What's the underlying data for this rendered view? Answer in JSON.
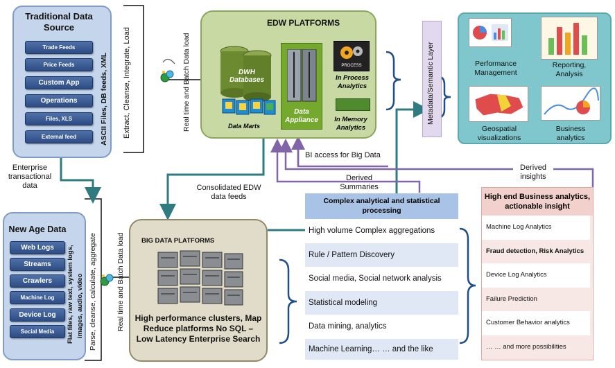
{
  "traditional": {
    "title": "Traditional Data Source",
    "items": [
      "Trade Feeds",
      "Price Feeds",
      "Custom App",
      "Operations",
      "Files, XLS",
      "External feed"
    ],
    "side_label": "ASCII Files, DB feeds, XML",
    "etl_label": "Extract, Cleanse, Integrate, Load"
  },
  "new_age": {
    "title": "New Age Data",
    "items": [
      "Web Logs",
      "Streams",
      "Crawlers",
      "Machine Log",
      "Device Log",
      "Social Media"
    ],
    "side_label_1": "Flat files, raw text, system logs,",
    "side_label_2": "images, audio, video",
    "process_label": "Parse, cleanse, calculate, aggregate"
  },
  "edw": {
    "title": "EDW PLATFORMS",
    "dwh_label": "DWH Databases",
    "marts_label": "Data Marts",
    "appliance_label": "Data Appliance",
    "process_badge": "PROCESS",
    "in_process_label": "In Process Analytics",
    "in_memory_label": "In Memory Analytics"
  },
  "big_data": {
    "title": "BIG DATA PLATFORMS",
    "caption": "High performance clusters, Map Reduce platforms No SQL – Low Latency Enterprise Search"
  },
  "batch_label_top": "Real time and Batch Data load",
  "batch_label_bottom": "Real time and Batch Data load",
  "enterprise_label": "Enterprise transactional data",
  "consolidated_label": "Consolidated EDW data feeds",
  "bi_access_label": "BI access for Big Data",
  "derived_summaries_label": "Derived Summaries",
  "derived_insights_label": "Derived insights",
  "metadata_label": "Metadata/Semantic Layer",
  "outputs": [
    "Performance Management",
    "Reporting, Analysis",
    "Geospatial visualizations",
    "Business analytics"
  ],
  "complex": {
    "title": "Complex analytical and statistical processing",
    "items": [
      "High volume Complex aggregations",
      "Rule / Pattern Discovery",
      "Social media, Social network analysis",
      "Statistical modeling",
      "Data mining, analytics",
      "Machine Learning… … and the like"
    ]
  },
  "insights": {
    "title": "High end Business analytics, actionable insight",
    "items": [
      "Machine Log Analytics",
      "Fraud detection, Risk Analytics",
      "Device Log Analytics",
      "Failure Prediction",
      "Customer Behavior analytics",
      "… … and more possibilities"
    ]
  },
  "colors": {
    "teal_arrow": "#2f7b80",
    "purple_line": "#8066a8",
    "blue_panel": "#c5d6ec",
    "green_panel": "#c8d9a4",
    "tan_panel": "#e1dcc9",
    "pink_header": "#f2d0cc"
  }
}
